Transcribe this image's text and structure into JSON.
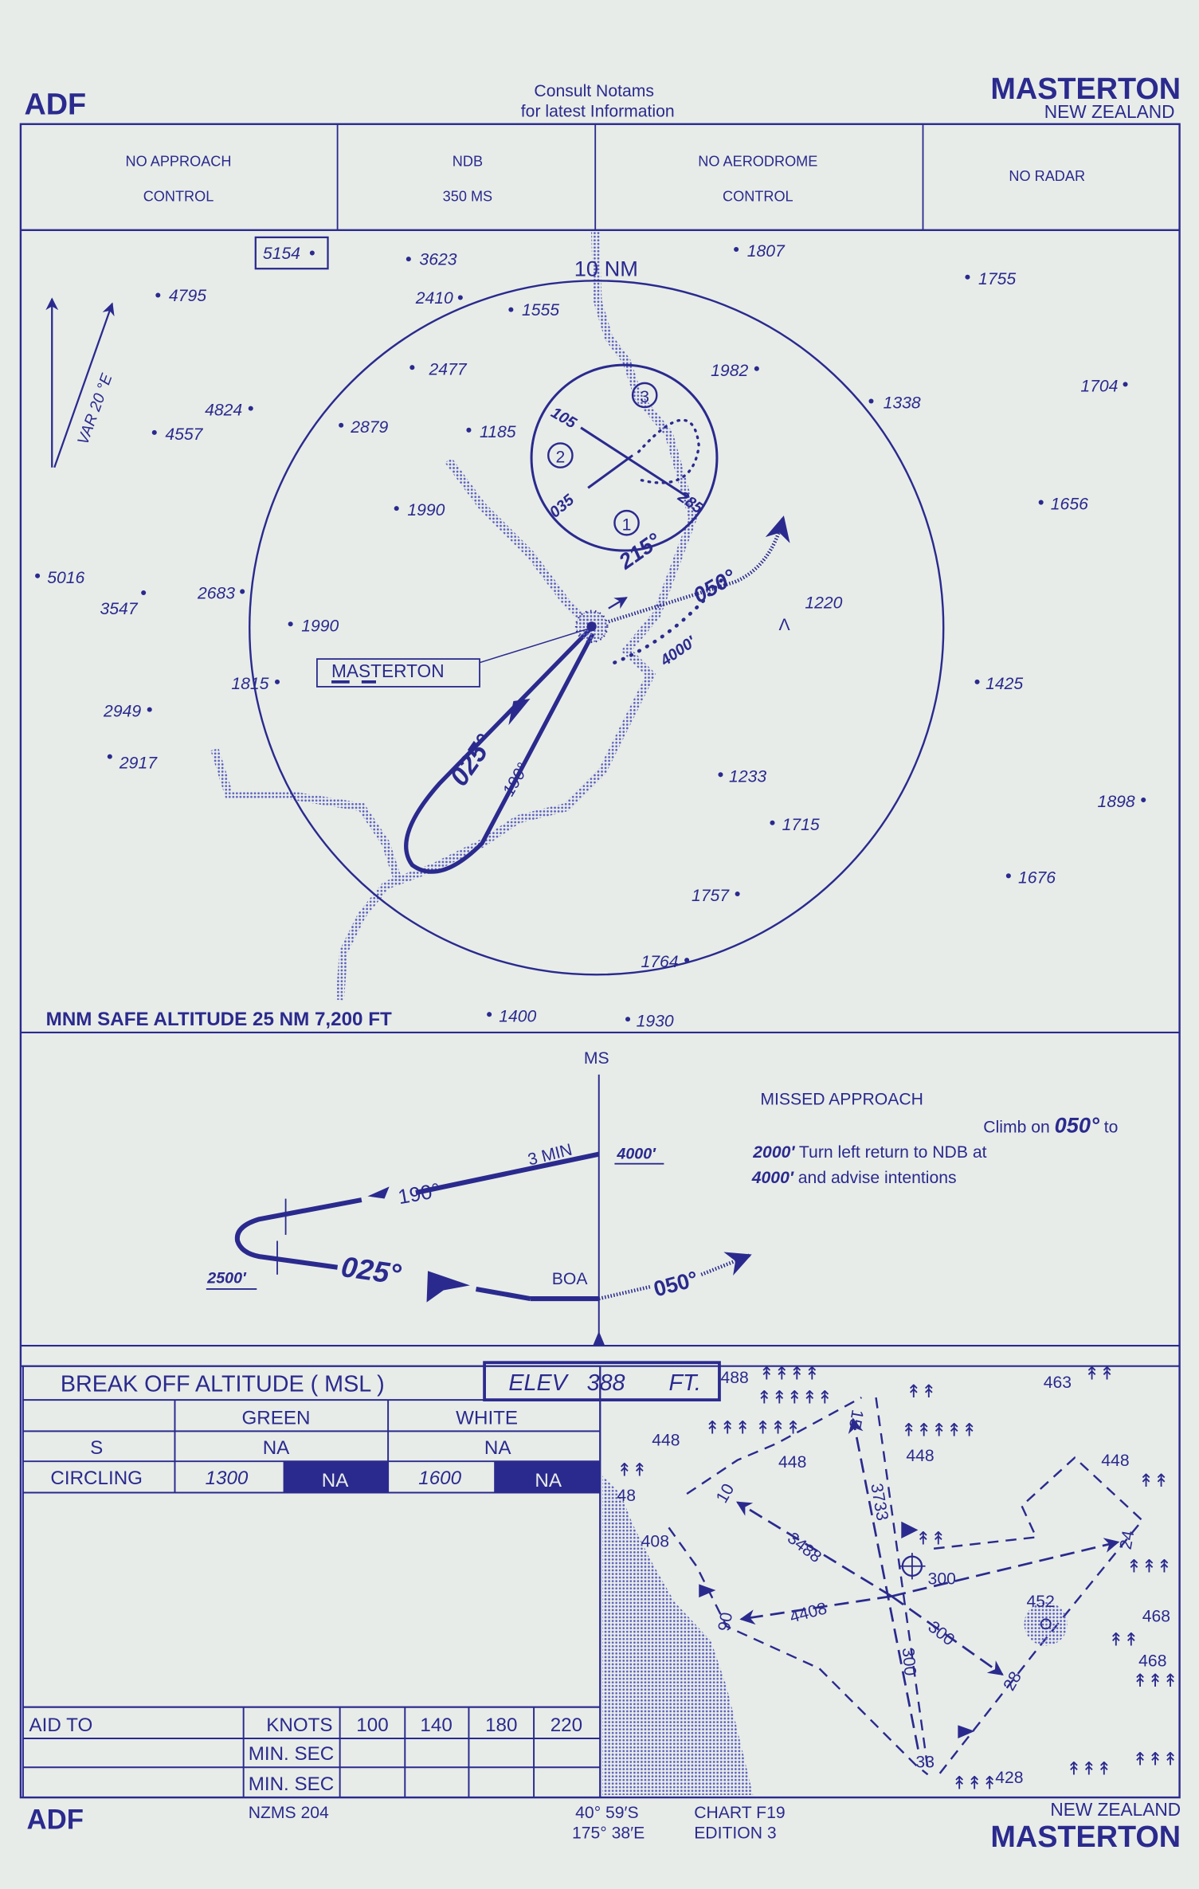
{
  "colors": {
    "ink": "#2a2a8e",
    "paper": "#e8ece8",
    "water": "#8f94d4"
  },
  "header": {
    "left_title": "ADF",
    "notice_line1": "Consult  Notams",
    "notice_line2": "for  latest  Information",
    "location": "MASTERTON",
    "country": "NEW ZEALAND"
  },
  "info_cells": [
    {
      "line1": "NO  APPROACH",
      "line2": "CONTROL"
    },
    {
      "line1": "NDB",
      "line2": "350  MS"
    },
    {
      "line1": "NO  AERODROME",
      "line2": "CONTROL"
    },
    {
      "line1": "NO  RADAR"
    }
  ],
  "plan": {
    "range_label": "10 NM",
    "variation": "VAR  20 °E",
    "ndb_name": "MASTERTON",
    "elevations": [
      "5154",
      "3623",
      "4795",
      "2410",
      "1555",
      "1807",
      "1755",
      "2477",
      "1982",
      "1338",
      "1704",
      "4824",
      "4557",
      "2879",
      "1185",
      "1990",
      "1656",
      "5016",
      "3547",
      "2683",
      "1990",
      "1220",
      "1815",
      "1425",
      "2949",
      "2917",
      "1233",
      "1898",
      "1715",
      "1676",
      "1757",
      "1764",
      "1400",
      "1930"
    ],
    "inbound_track": "025°",
    "outbound_track": "190°",
    "missed_track": "050°",
    "return_track": "215°",
    "return_alt": "4000′",
    "sector_entry": {
      "s1": "1",
      "s2": "2",
      "s3": "3",
      "b105": "105",
      "b285": "285",
      "b035": "035"
    },
    "msa": "MNM SAFE ALTITUDE 25 NM 7,200 FT"
  },
  "profile": {
    "fix": "MS",
    "leg_time": "3 MIN",
    "fix_alt": "4000′",
    "outbound": "190°",
    "inbound": "025°",
    "turn_alt": "2500′",
    "boa": "BOA",
    "missed": "050°"
  },
  "missed_approach": {
    "title": "MISSED  APPROACH",
    "l1a": "Climb on ",
    "l1b": "050°",
    "l1c": " to",
    "l2a": "2000′",
    "l2b": "  Turn  left  return  to NDB at",
    "l3a": "4000′",
    "l3b": " and advise   intentions"
  },
  "minima": {
    "title": "BREAK  OFF  ALTITUDE   ( MSL )",
    "elev_label": "ELEV",
    "elev_value": "388",
    "elev_unit": "FT.",
    "columns": [
      "GREEN",
      "WHITE"
    ],
    "rows": [
      {
        "label": "S",
        "green": "NA",
        "white": "NA"
      },
      {
        "label": "CIRCLING",
        "green": "1300",
        "green_na": "NA",
        "white": "1600",
        "white_na": "NA"
      }
    ]
  },
  "timing": {
    "aid_label": "AID TO",
    "knots_label": "KNOTS",
    "speeds": [
      "100",
      "140",
      "180",
      "220"
    ],
    "row_labels": [
      "MIN. SEC",
      "MIN. SEC"
    ]
  },
  "aerodrome": {
    "elevations": [
      "488",
      "463",
      "448",
      "448",
      "448",
      "448",
      "48",
      "408",
      "452",
      "468",
      "468",
      "428"
    ],
    "runways": [
      "15",
      "33",
      "10",
      "28",
      "06",
      "24"
    ],
    "lengths": [
      "3488",
      "4408",
      "3733",
      "300",
      "300",
      "300"
    ]
  },
  "footer": {
    "left_title": "ADF",
    "map_ref": "NZMS   204",
    "lat": "40° 59′S",
    "lon": "175°  38′E",
    "chart": "CHART  F19",
    "edition": "EDITION  3",
    "country": "NEW  ZEALAND",
    "location": "MASTERTON"
  }
}
